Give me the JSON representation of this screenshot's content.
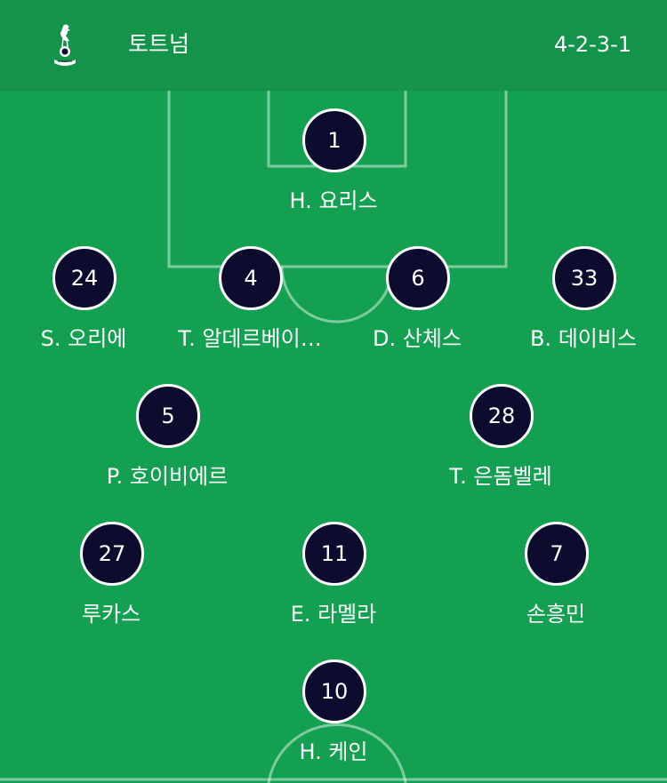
{
  "header": {
    "team_name": "토트넘",
    "formation": "4-2-3-1"
  },
  "colors": {
    "pitch": "#13a050",
    "header": "#13944a",
    "badge": "#0d0c2e",
    "lines": "#ffffff"
  },
  "icons": {
    "crest": "spurs-cockerel-crest-icon"
  },
  "players": [
    {
      "number": "1",
      "name": "H. 요리스"
    },
    {
      "number": "24",
      "name": "S. 오리에"
    },
    {
      "number": "4",
      "name": "T. 알데르베이…"
    },
    {
      "number": "6",
      "name": "D. 산체스"
    },
    {
      "number": "33",
      "name": "B. 데이비스"
    },
    {
      "number": "5",
      "name": "P. 호이비에르"
    },
    {
      "number": "28",
      "name": "T. 은돔벨레"
    },
    {
      "number": "27",
      "name": "루카스"
    },
    {
      "number": "11",
      "name": "E. 라멜라"
    },
    {
      "number": "7",
      "name": "손흥민"
    },
    {
      "number": "10",
      "name": "H. 케인"
    }
  ]
}
